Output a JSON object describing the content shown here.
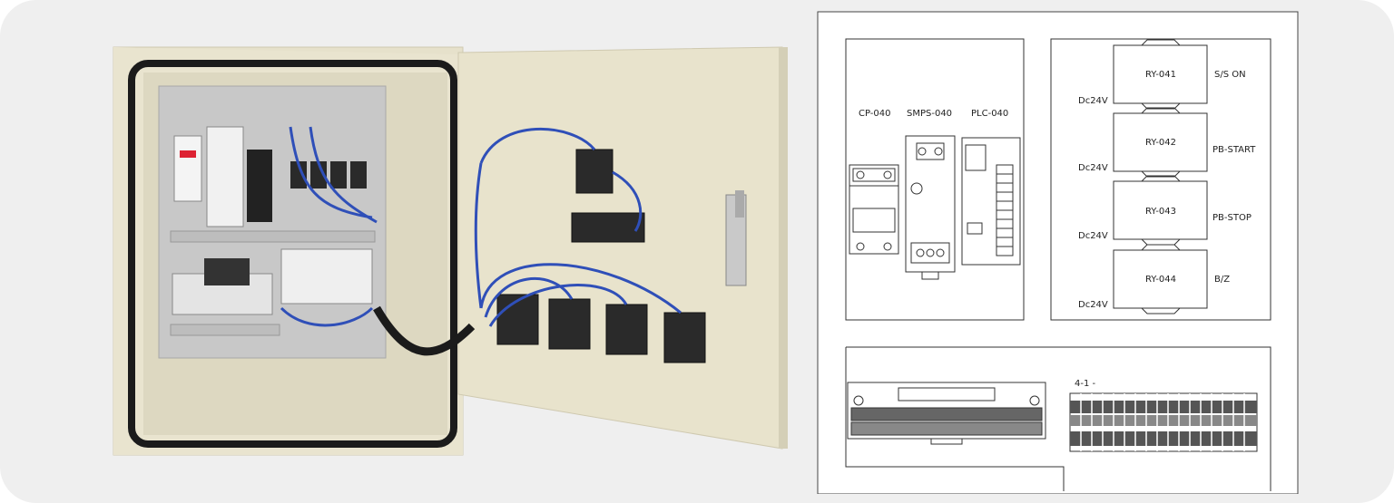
{
  "schematic": {
    "top_left_labels": [
      "CP-040",
      "SMPS-040",
      "PLC-040"
    ],
    "relays": [
      {
        "name": "RY-041",
        "function": "S/S ON",
        "supply": "Dc24V"
      },
      {
        "name": "RY-042",
        "function": "PB-START",
        "supply": "Dc24V"
      },
      {
        "name": "RY-043",
        "function": "PB-STOP",
        "supply": "Dc24V"
      },
      {
        "name": "RY-044",
        "function": "B/Z",
        "supply": "Dc24V"
      }
    ],
    "terminal_label": "4-1 -"
  },
  "colors": {
    "cabinet": "#e9e4cf",
    "wire": "#2f4fb8",
    "gasket": "#1b1b1b"
  }
}
